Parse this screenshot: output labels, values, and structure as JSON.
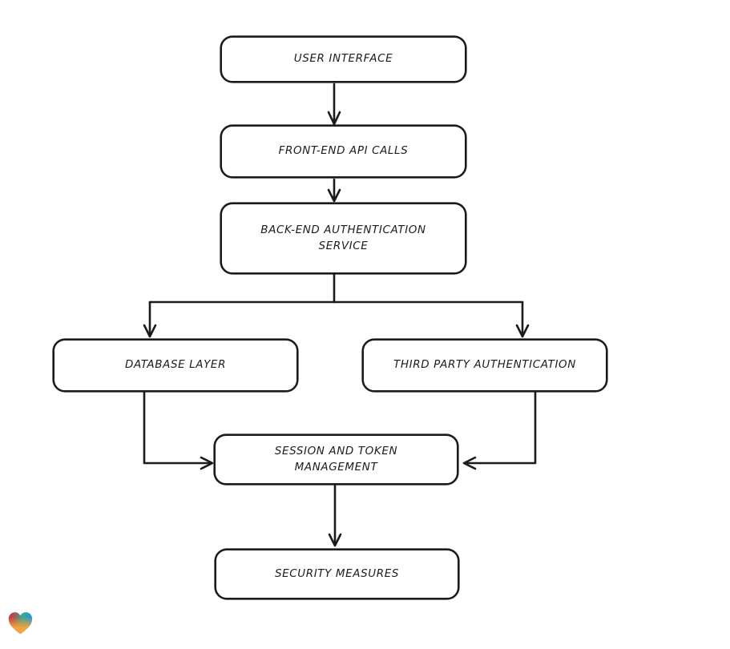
{
  "diagram": {
    "type": "flowchart",
    "direction": "top-down",
    "style": "hand-drawn",
    "stroke_color": "#1b1b1b",
    "node_fill": "#ffffff",
    "nodes": [
      {
        "id": "user-interface",
        "label": "USER INTERFACE"
      },
      {
        "id": "front-end-api-calls",
        "label": "FRONT-END API CALLS"
      },
      {
        "id": "back-end-authentication-service",
        "label": "BACK-END AUTHENTICATION SERVICE"
      },
      {
        "id": "database-layer",
        "label": "DATABASE LAYER"
      },
      {
        "id": "third-party-authentication",
        "label": "THIRD PARTY AUTHENTICATION"
      },
      {
        "id": "session-and-token-management",
        "label": "SESSION AND TOKEN MANAGEMENT"
      },
      {
        "id": "security-measures",
        "label": "SECURITY MEASURES"
      }
    ],
    "edges": [
      {
        "from": "user-interface",
        "to": "front-end-api-calls"
      },
      {
        "from": "front-end-api-calls",
        "to": "back-end-authentication-service"
      },
      {
        "from": "back-end-authentication-service",
        "to": "database-layer"
      },
      {
        "from": "back-end-authentication-service",
        "to": "third-party-authentication"
      },
      {
        "from": "database-layer",
        "to": "session-and-token-management"
      },
      {
        "from": "third-party-authentication",
        "to": "session-and-token-management"
      },
      {
        "from": "session-and-token-management",
        "to": "security-measures"
      }
    ]
  },
  "logo": {
    "name": "gradient-heart",
    "colors": {
      "red": "#e7282d",
      "teal": "#35a98f",
      "blue": "#2f92e0",
      "orange": "#f6a43c"
    }
  }
}
